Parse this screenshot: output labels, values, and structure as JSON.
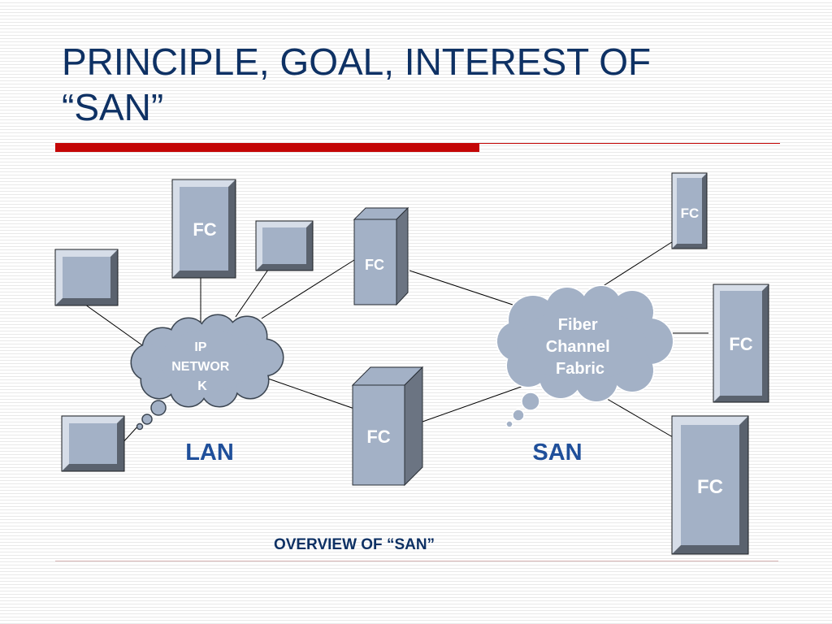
{
  "slide": {
    "title": "PRINCIPLE, GOAL, INTEREST OF\n“SAN”",
    "caption": "OVERVIEW OF “SAN”"
  },
  "diagram": {
    "ip_network": {
      "lines": [
        "IP",
        "NETWOR",
        "K"
      ]
    },
    "fiber_channel_fabric": {
      "lines": [
        "Fiber",
        "Channel",
        "Fabric"
      ]
    },
    "lan_label": "LAN",
    "san_label": "SAN",
    "device_label": "FC"
  },
  "colors": {
    "title": "#0e3164",
    "accent_rule": "#c40606",
    "device_fill": "#a3b1c6",
    "device_bevel_light": "#d6dde8",
    "device_bevel_dark": "#5a626e",
    "zone_label": "#1f4f9a",
    "cloud_fill": "#a3b1c6"
  }
}
